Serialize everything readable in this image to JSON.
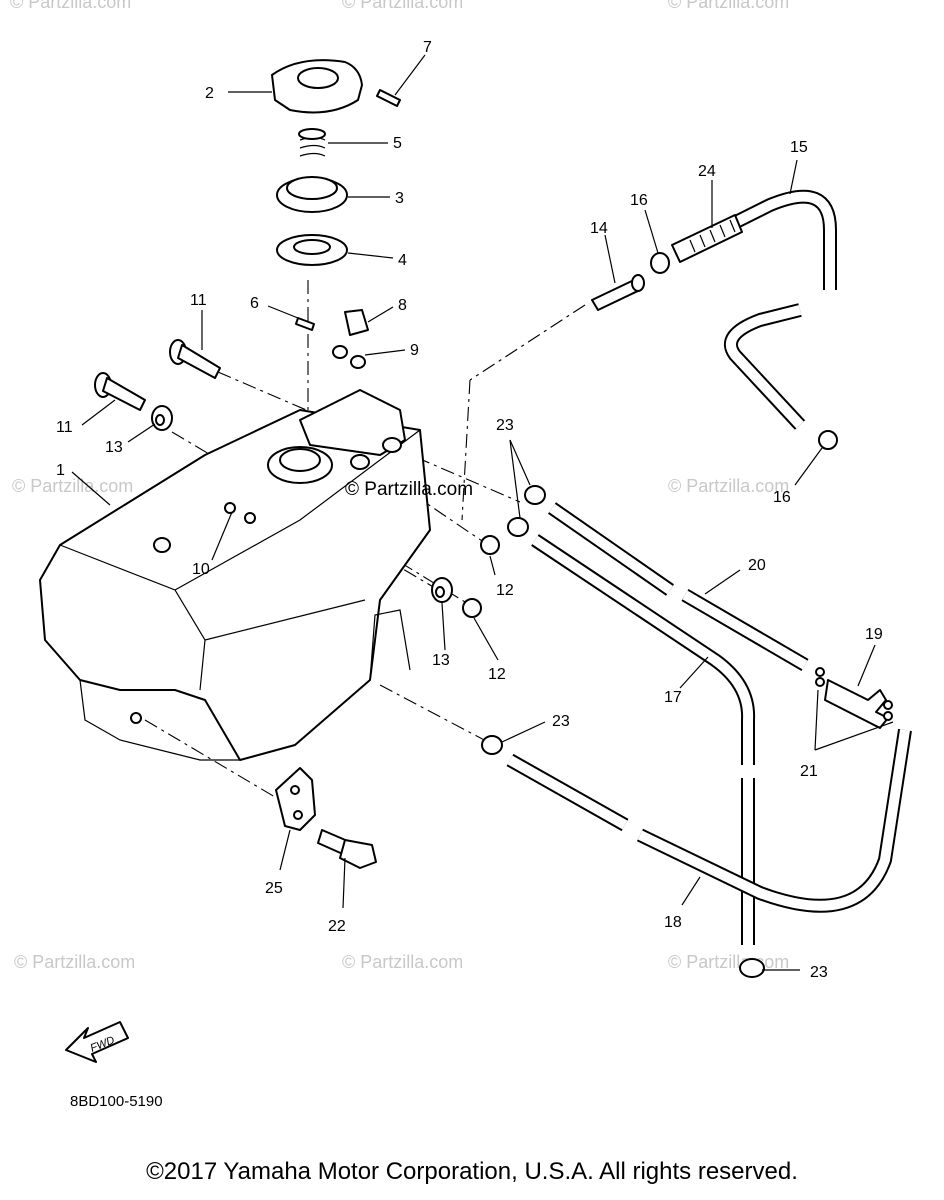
{
  "watermark": "© Partzilla.com",
  "diagram_code": "8BD100-5190",
  "fwd_label": "FWD",
  "copyright": "©2017 Yamaha Motor Corporation, U.S.A. All rights reserved.",
  "callouts": {
    "c1": "1",
    "c2": "2",
    "c3": "3",
    "c4": "4",
    "c5": "5",
    "c6": "6",
    "c7": "7",
    "c8": "8",
    "c9": "9",
    "c10": "10",
    "c11a": "11",
    "c11b": "11",
    "c12a": "12",
    "c12b": "12",
    "c13a": "13",
    "c13b": "13",
    "c14": "14",
    "c15": "15",
    "c16a": "16",
    "c16b": "16",
    "c17": "17",
    "c18": "18",
    "c19": "19",
    "c20": "20",
    "c21": "21",
    "c22": "22",
    "c23a": "23",
    "c23b": "23",
    "c23c": "23",
    "c24": "24",
    "c25": "25"
  }
}
